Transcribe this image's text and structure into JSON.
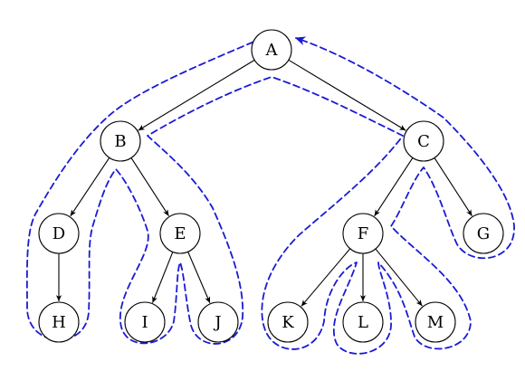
{
  "diagram": {
    "type": "tree-traversal",
    "colors": {
      "node_stroke": "#000000",
      "edge": "#000000",
      "contour": "#1a1ad6"
    },
    "nodes": [
      {
        "id": "A",
        "label": "A"
      },
      {
        "id": "B",
        "label": "B"
      },
      {
        "id": "C",
        "label": "C"
      },
      {
        "id": "D",
        "label": "D"
      },
      {
        "id": "E",
        "label": "E"
      },
      {
        "id": "F",
        "label": "F"
      },
      {
        "id": "G",
        "label": "G"
      },
      {
        "id": "H",
        "label": "H"
      },
      {
        "id": "I",
        "label": "I"
      },
      {
        "id": "J",
        "label": "J"
      },
      {
        "id": "K",
        "label": "K"
      },
      {
        "id": "L",
        "label": "L"
      },
      {
        "id": "M",
        "label": "M"
      }
    ],
    "edges": [
      {
        "from": "A",
        "to": "B"
      },
      {
        "from": "A",
        "to": "C"
      },
      {
        "from": "B",
        "to": "D"
      },
      {
        "from": "B",
        "to": "E"
      },
      {
        "from": "D",
        "to": "H"
      },
      {
        "from": "E",
        "to": "I"
      },
      {
        "from": "E",
        "to": "J"
      },
      {
        "from": "C",
        "to": "F"
      },
      {
        "from": "C",
        "to": "G"
      },
      {
        "from": "F",
        "to": "K"
      },
      {
        "from": "F",
        "to": "L"
      },
      {
        "from": "F",
        "to": "M"
      }
    ],
    "traversal_outline": {
      "style": "dashed",
      "end_marker": "arrow"
    }
  }
}
